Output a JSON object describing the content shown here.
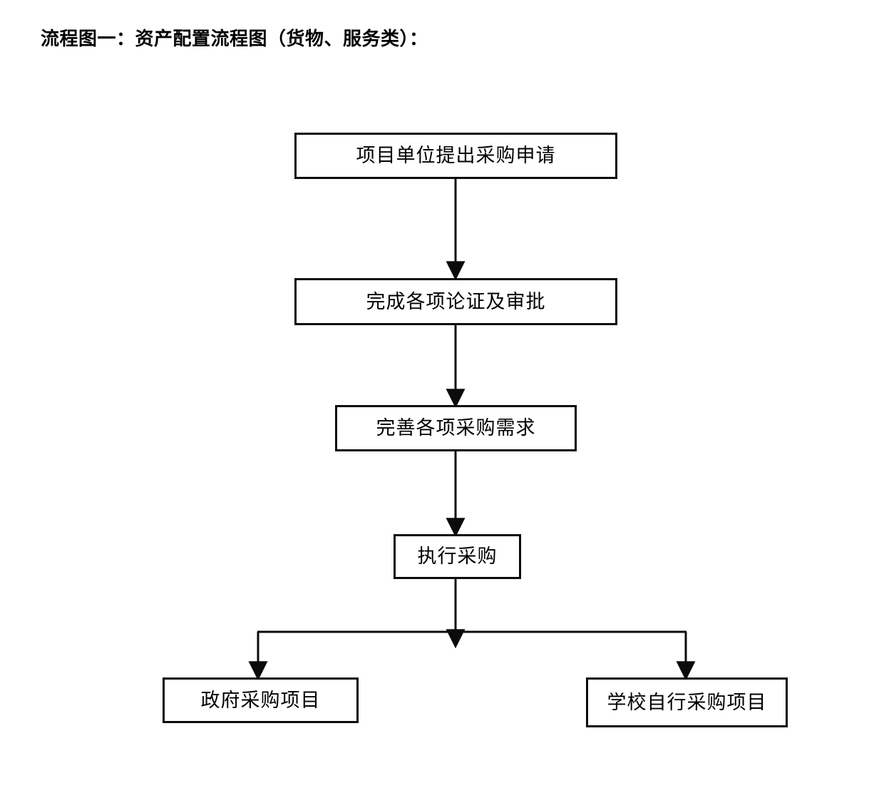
{
  "document": {
    "title": "流程图一：资产配置流程图（货物、服务类）："
  },
  "flowchart": {
    "type": "flowchart",
    "orientation": "top-down",
    "background_color": "#ffffff",
    "box_border_color": "#0b0b0b",
    "connector_color": "#0b0b0b",
    "nodes": [
      {
        "id": "request",
        "label": "项目单位提出采购申请"
      },
      {
        "id": "review",
        "label": "完成各项论证及审批"
      },
      {
        "id": "demand",
        "label": "完善各项采购需求"
      },
      {
        "id": "execute",
        "label": "执行采购"
      },
      {
        "id": "gov",
        "label": "政府采购项目"
      },
      {
        "id": "school",
        "label": "学校自行采购项目"
      }
    ],
    "edges": [
      {
        "from": "request",
        "to": "review",
        "style": "arrow-down"
      },
      {
        "from": "review",
        "to": "demand",
        "style": "arrow-down"
      },
      {
        "from": "demand",
        "to": "execute",
        "style": "arrow-down"
      },
      {
        "from": "execute",
        "to": "gov",
        "style": "split-arrow-down-left"
      },
      {
        "from": "execute",
        "to": "school",
        "style": "split-arrow-down-right"
      }
    ]
  }
}
